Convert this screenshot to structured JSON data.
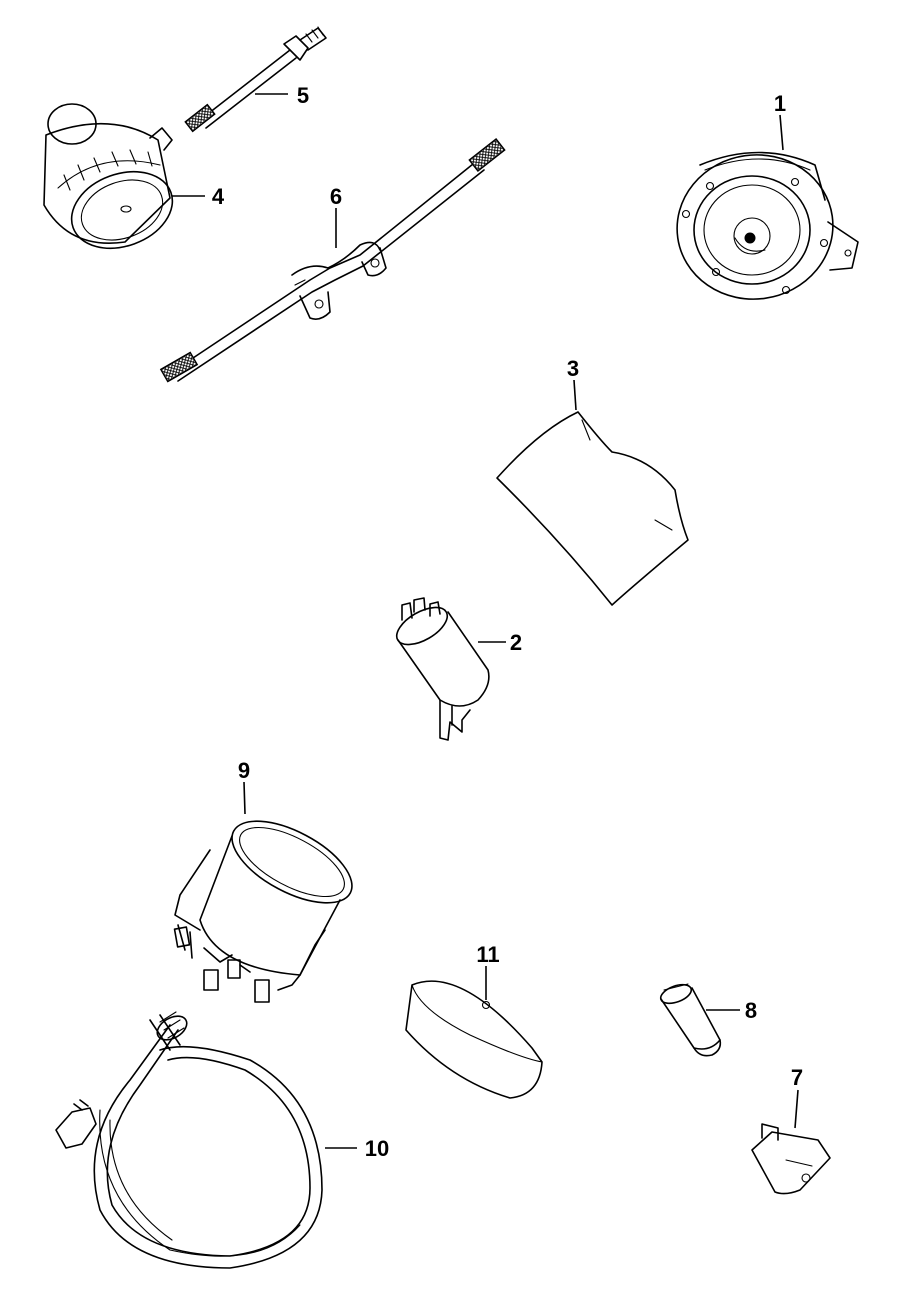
{
  "callouts": [
    {
      "key": "horn",
      "label": "1"
    },
    {
      "key": "flasher-relay",
      "label": "2"
    },
    {
      "key": "protective-sleeve",
      "label": "3"
    },
    {
      "key": "horn-small",
      "label": "4"
    },
    {
      "key": "wire-short",
      "label": "5"
    },
    {
      "key": "wire-harness",
      "label": "6"
    },
    {
      "key": "switch",
      "label": "7"
    },
    {
      "key": "bulb",
      "label": "8"
    },
    {
      "key": "speedometer",
      "label": "9"
    },
    {
      "key": "speedometer-cable",
      "label": "10"
    },
    {
      "key": "ring",
      "label": "11"
    }
  ]
}
